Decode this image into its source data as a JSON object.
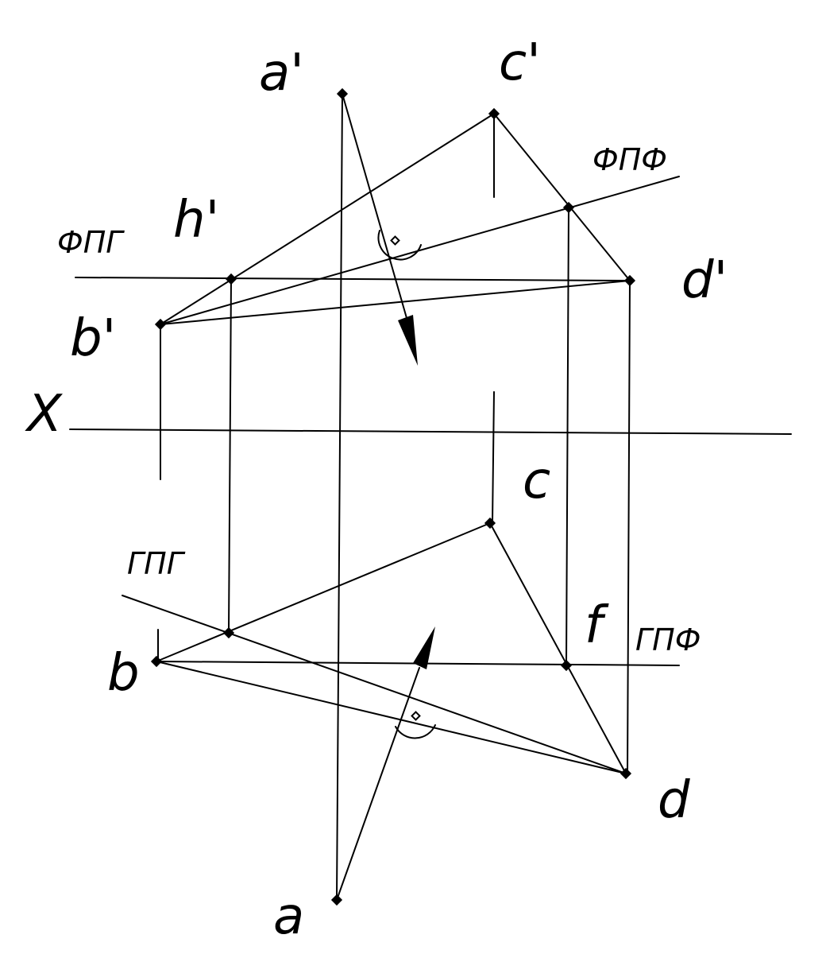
{
  "labels": {
    "a_prime": "a'",
    "c_prime": "c'",
    "h_prime": "h'",
    "b_prime": "b'",
    "d_prime": "d'",
    "x_axis": "X",
    "c": "c",
    "b": "b",
    "f": "f",
    "d": "d",
    "a": "a",
    "fpf": "ФПФ",
    "fpg": "ФПГ",
    "gpg": "ГПГ",
    "gpf": "ГПФ"
  }
}
